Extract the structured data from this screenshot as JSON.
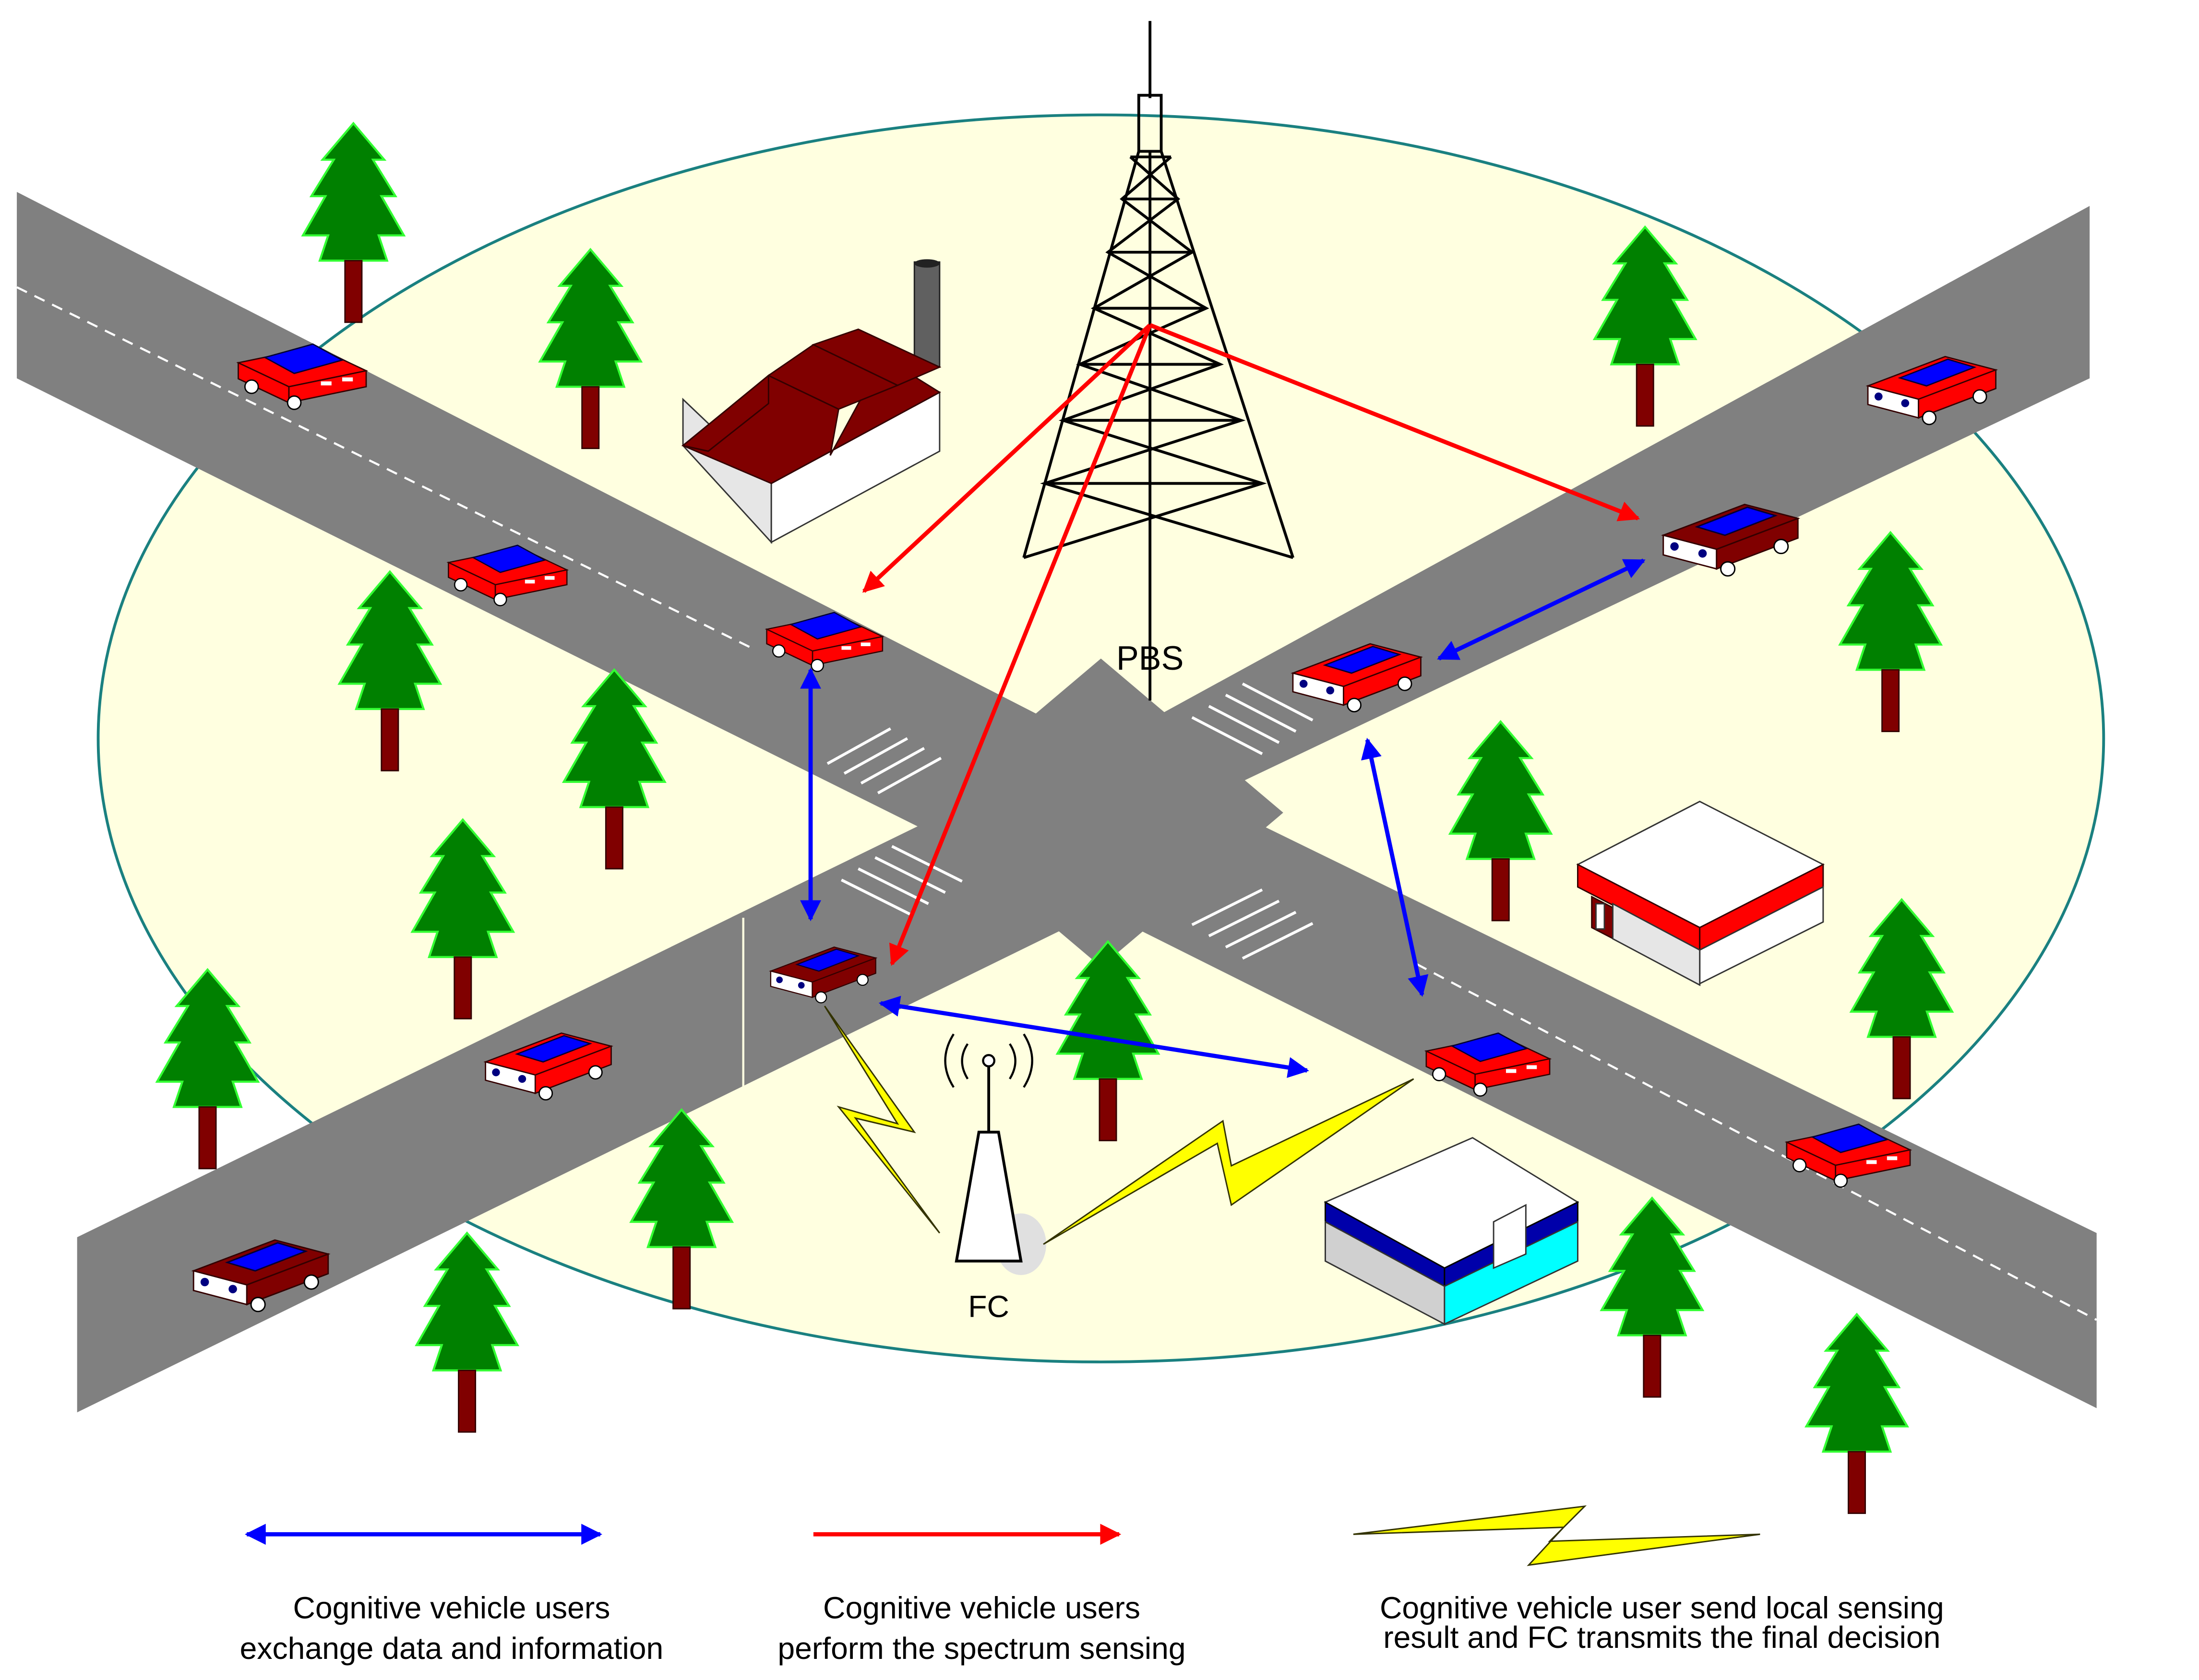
{
  "labels": {
    "tower": "PBS",
    "fusion_center": "FC"
  },
  "legend": [
    {
      "kind": "exchange",
      "line1": "Cognitive vehicle users",
      "line2": "exchange data and information"
    },
    {
      "kind": "sensing",
      "line1": "Cognitive vehicle users",
      "line2": "perform the spectrum sensing"
    },
    {
      "kind": "report",
      "line1": "Cognitive vehicle user send local sensing",
      "line2": "result and FC transmits the final decision"
    }
  ],
  "colors": {
    "coverage_fill": "#ffffe0",
    "coverage_edge": "#1a8080",
    "road": "#808080",
    "exchange_arrow": "#0000ff",
    "sensing_arrow": "#ff0000",
    "report_bolt": "#ffff00",
    "tree": "#008000",
    "trunk": "#800000",
    "car_red": "#ff0000",
    "car_maroon": "#800000"
  },
  "icons": [
    "tower-icon",
    "factory-icon",
    "gas-station-icon",
    "store-icon",
    "fc-antenna-icon",
    "tree-icon",
    "car-icon",
    "lightning-icon"
  ]
}
